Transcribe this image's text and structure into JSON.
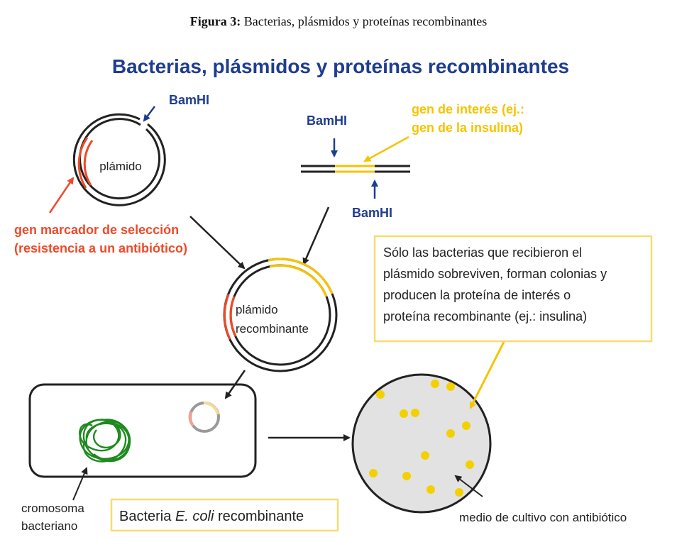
{
  "figure_caption": {
    "prefix": "Figura 3:",
    "text": "Bacterias, plásmidos y proteínas recombinantes"
  },
  "title": "Bacterias, plásmidos y proteínas recombinantes",
  "labels": {
    "bamhi_plasmid": "BamHI",
    "plasmid": "plámido",
    "bamhi_top": "BamHI",
    "bamhi_bottom": "BamHI",
    "gene_interest_line1": "gen de interés (ej.:",
    "gene_interest_line2": "gen de la insulina)",
    "marker_line1": "gen marcador de selección",
    "marker_line2": "(resistencia a un antibiótico)",
    "recomb_line1": "plámido",
    "recomb_line2": "recombinante",
    "chromosome_line1": "cromosoma",
    "chromosome_line2": "bacteriano",
    "bacteria_prefix": "Bacteria ",
    "bacteria_species": "E. coli",
    "bacteria_suffix": " recombinante",
    "culture_medium": "medio de cultivo con antibiótico"
  },
  "info_box": {
    "lines": [
      "Sólo las bacterias que recibieron el",
      "plásmido sobreviven, forman colonias y",
      "producen la proteína de interés o",
      "proteína recombinante (ej.: insulina)"
    ]
  },
  "colors": {
    "title_blue": "#1f3d8f",
    "gene_yellow": "#f5c400",
    "marker_red": "#ee4a2a",
    "chromosome_green": "#1f8a1f",
    "dish_gray": "#e2e2e2"
  }
}
